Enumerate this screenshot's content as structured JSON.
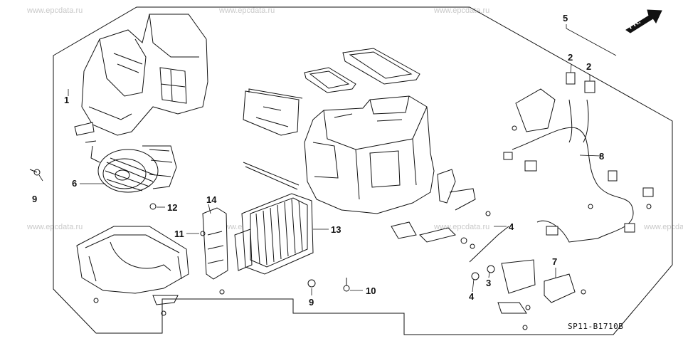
{
  "watermark": "www.epcdata.ru",
  "diagram_code": "SP11-B1710B",
  "direction_label": "FR.",
  "callouts": {
    "c1": "1",
    "c2a": "2",
    "c2b": "2",
    "c3": "3",
    "c4a": "4",
    "c4b": "4",
    "c5": "5",
    "c6": "6",
    "c7": "7",
    "c8": "8",
    "c9a": "9",
    "c9b": "9",
    "c10": "10",
    "c11": "11",
    "c12": "12",
    "c13": "13",
    "c14": "14"
  }
}
